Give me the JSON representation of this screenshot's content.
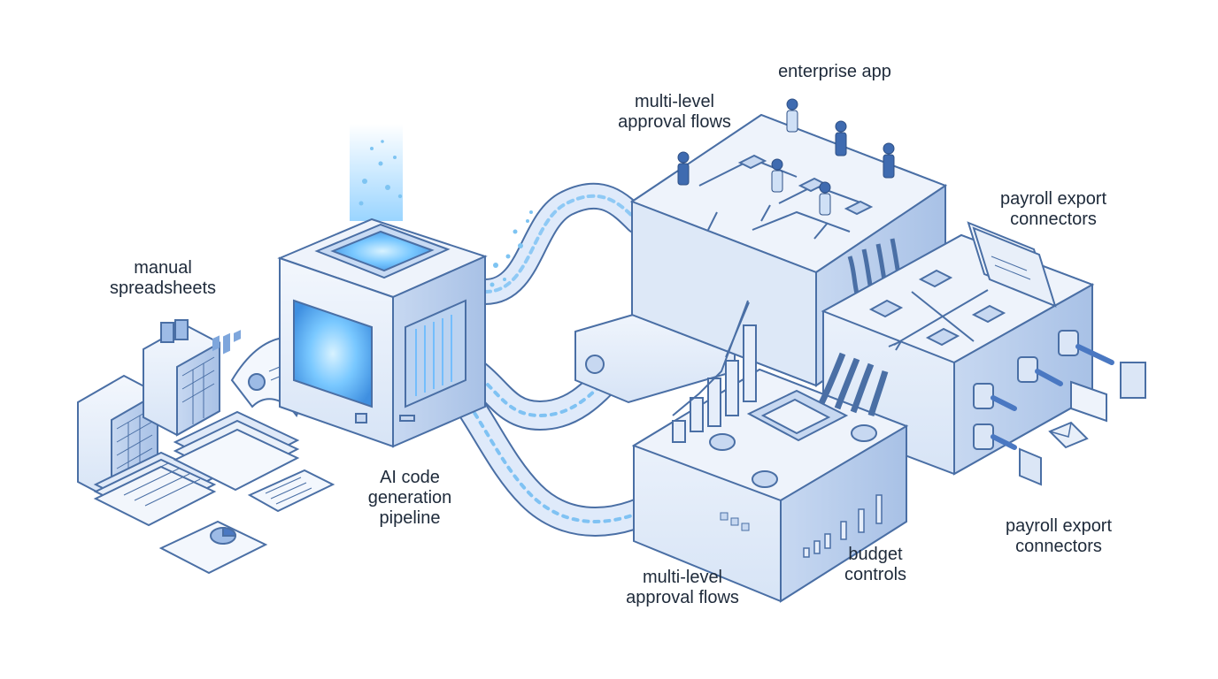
{
  "labels": {
    "manual_spreadsheets": [
      "manual",
      "spreadsheets"
    ],
    "ai_pipeline": [
      "AI code",
      "generation",
      "pipeline"
    ],
    "approval_top": [
      "multi-level",
      "approval flows"
    ],
    "enterprise_app": [
      "enterprise app"
    ],
    "payroll_top": [
      "payroll export",
      "connectors"
    ],
    "approval_bottom": [
      "multi-level",
      "approval flows"
    ],
    "budget_controls": [
      "budget",
      "controls"
    ],
    "payroll_bottom": [
      "payroll export",
      "connectors"
    ]
  },
  "colors": {
    "background": "#ffffff",
    "outline": "#4a6fa5",
    "face_light": "#e9f0fb",
    "face_mid": "#cddcf3",
    "face_dark": "#a9c2e8",
    "accent_glow": "#5cb8ff",
    "figure_blue": "#3f6bb0",
    "text": "#1e2a3a"
  },
  "icons": [
    "spreadsheet-stack-icon",
    "document-icon",
    "pie-chart-icon",
    "bar-chart-icon",
    "processor-chip-icon",
    "data-stream-icon",
    "person-icon",
    "checkmark-icon",
    "calculator-icon",
    "dollar-coin-icon",
    "bank-icon",
    "mail-icon",
    "check-document-icon"
  ]
}
